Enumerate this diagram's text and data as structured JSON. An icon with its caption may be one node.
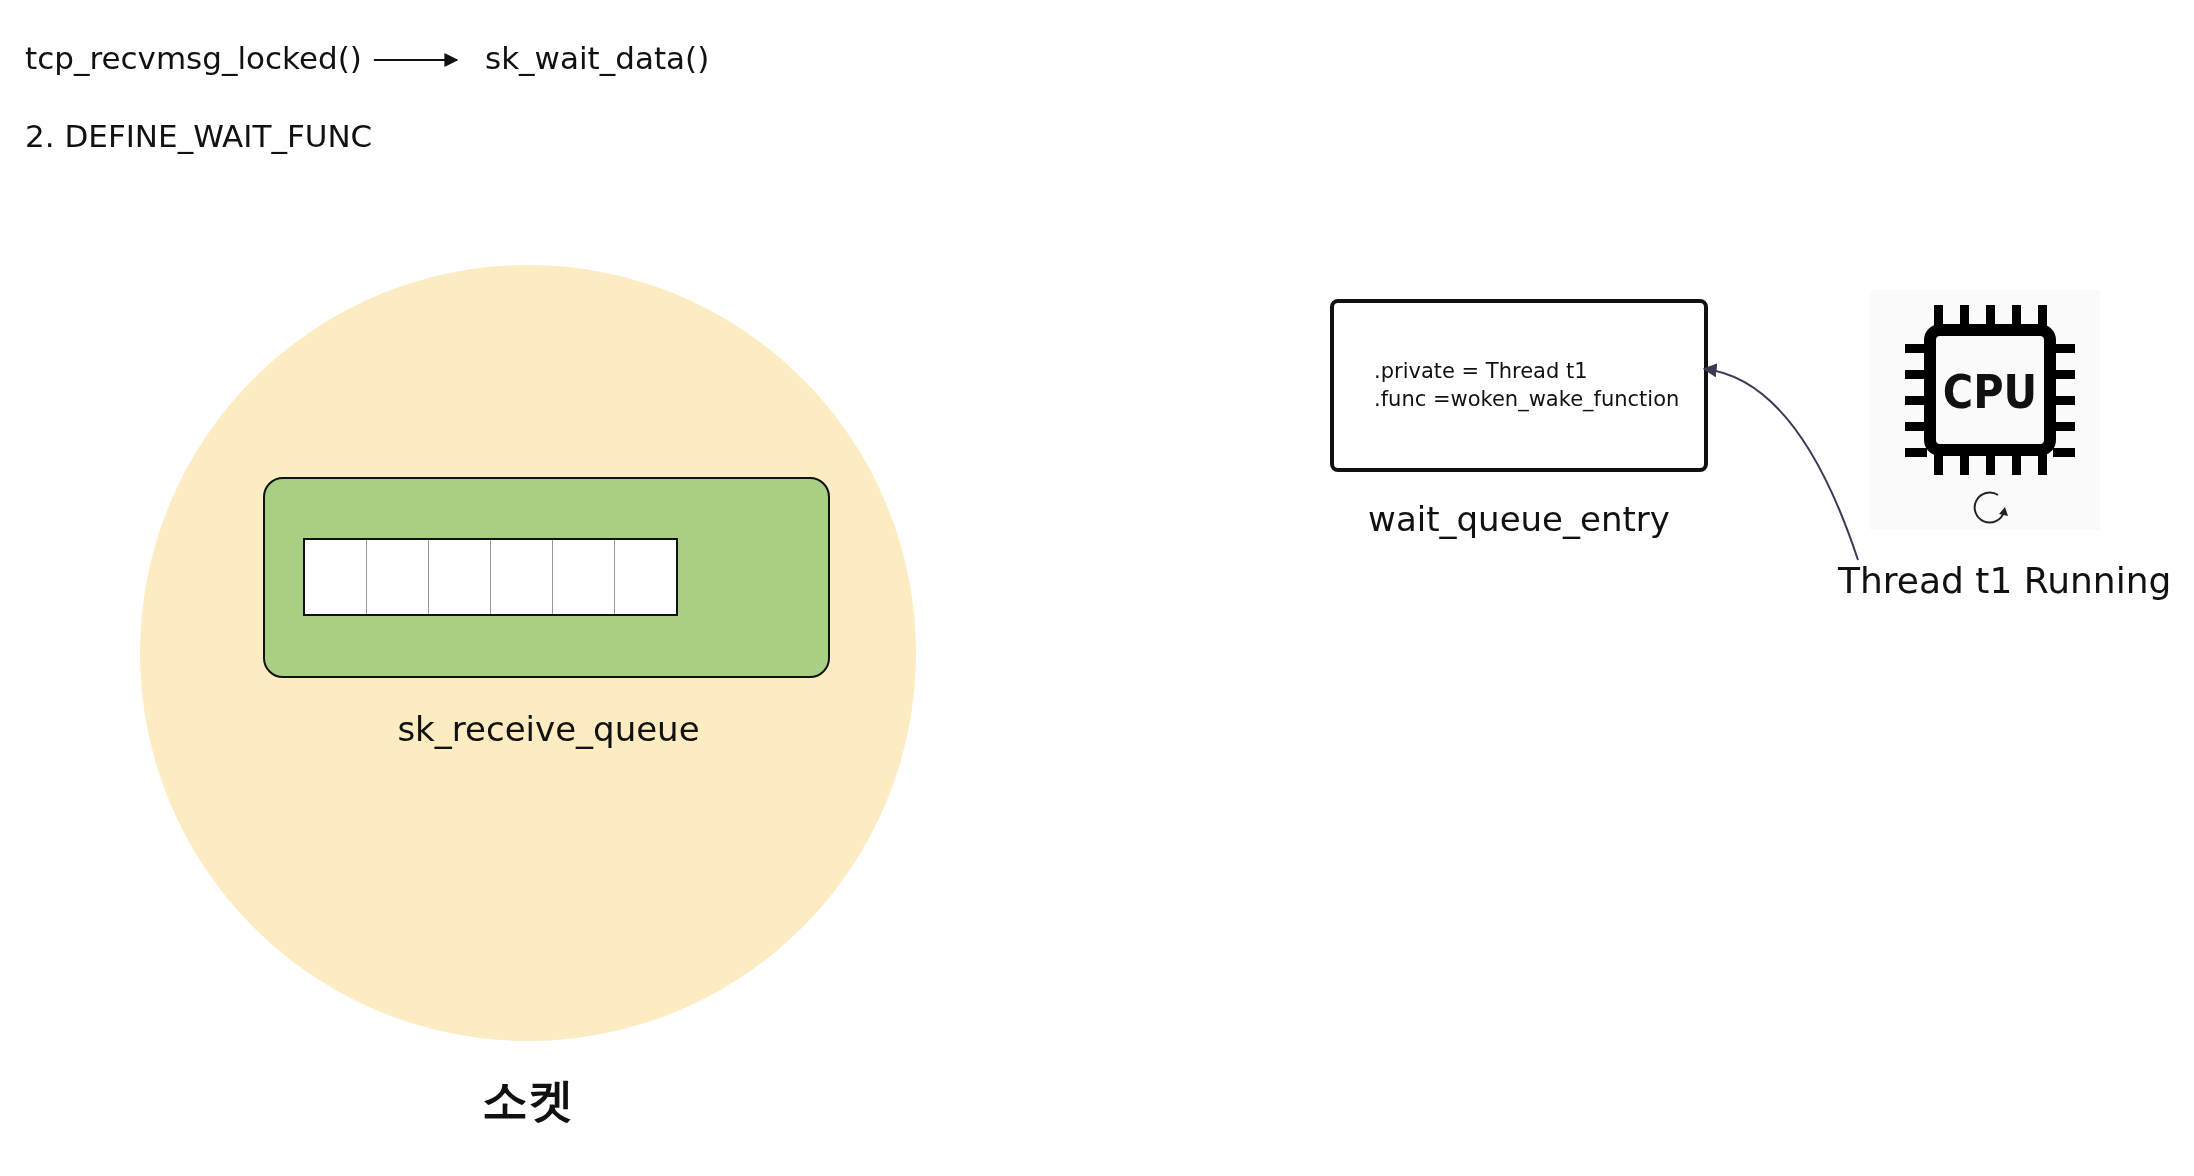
{
  "diagram": {
    "nodes": [
      {
        "text": [
          "tcp_recvmsg_locked()"
        ]
      },
      {
        "text": [
          "sk_wait_data()"
        ]
      },
      {
        "text": [
          "소켓"
        ]
      },
      {
        "text": [
          "sk_receive_queue"
        ],
        "in": 2
      },
      {
        "text": [
          ".private = Thread t1",
          ".func =woken_wake_function",
          "wait_queue_entry"
        ]
      },
      {
        "text": [
          "CPU"
        ]
      },
      {
        "text": [
          "Thread t1 Running"
        ]
      }
    ],
    "edges": [
      {
        "from": 0,
        "to": 1,
        "arrow": "to"
      },
      {
        "from": 6,
        "to": 4,
        "arrow": "to",
        "color": "#3a3a55"
      }
    ],
    "labels": [
      "2. DEFINE_WAIT_FUNC"
    ]
  }
}
